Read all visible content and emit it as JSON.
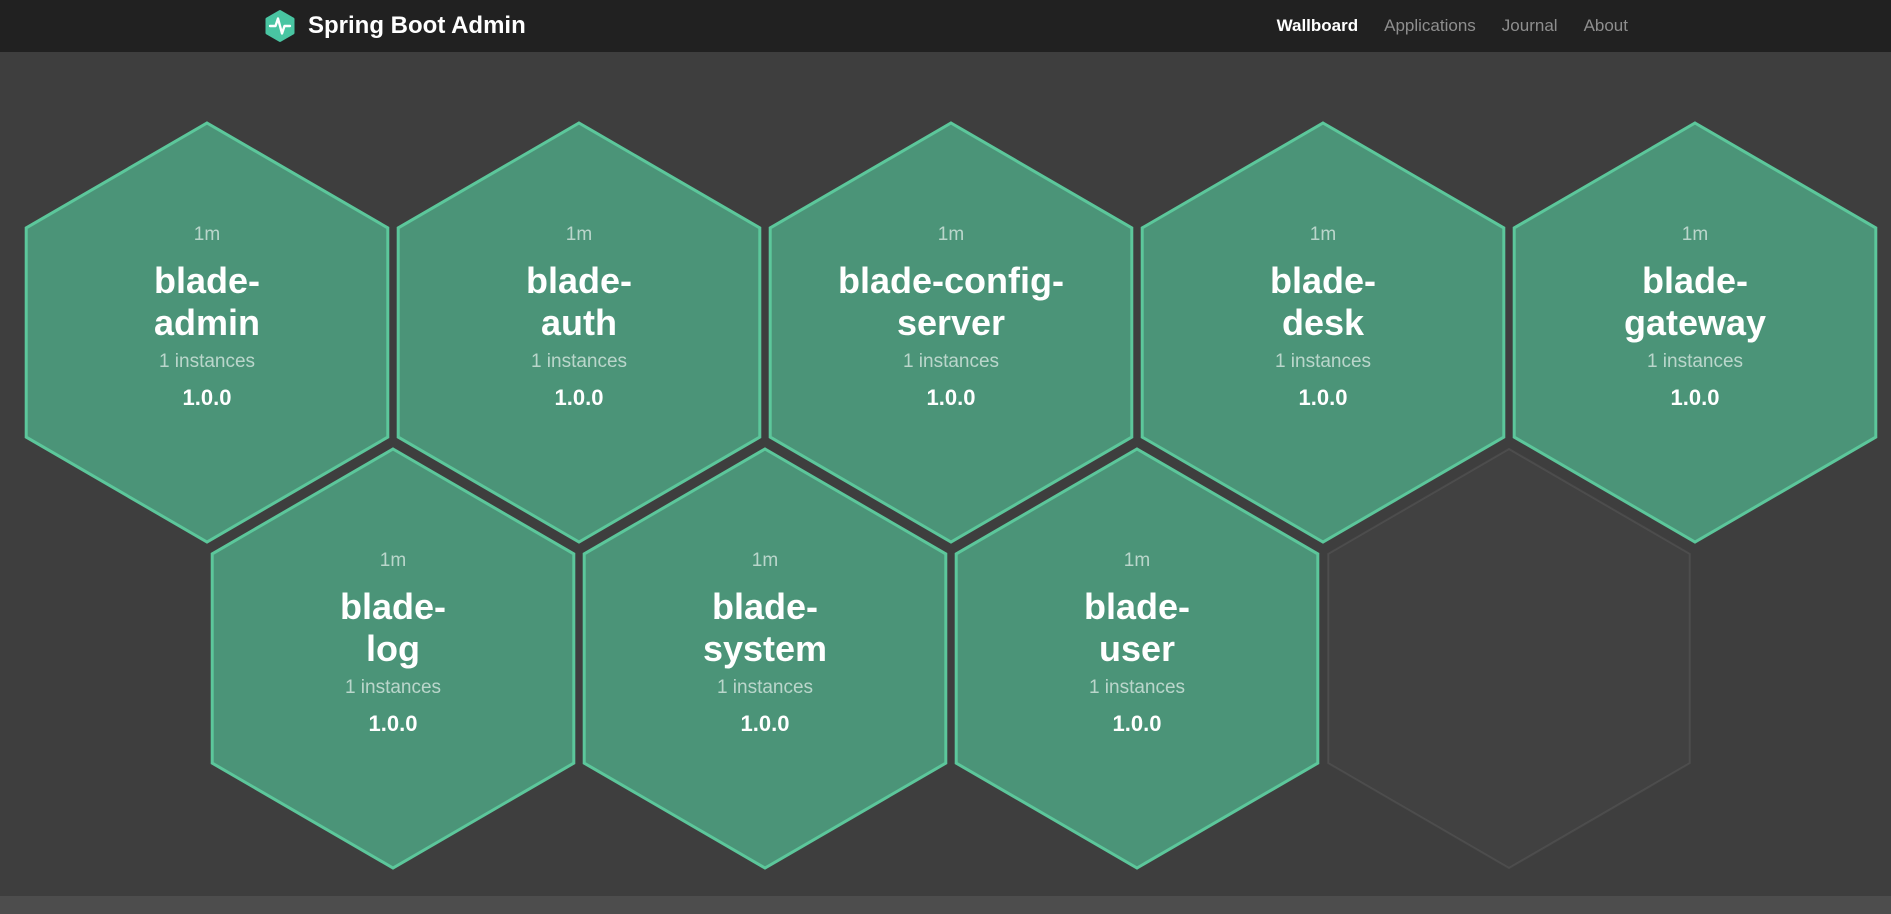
{
  "header": {
    "brand": "Spring Boot Admin",
    "nav": [
      {
        "label": "Wallboard",
        "active": true
      },
      {
        "label": "Applications",
        "active": false
      },
      {
        "label": "Journal",
        "active": false
      },
      {
        "label": "About",
        "active": false
      }
    ]
  },
  "colors": {
    "header_bg": "#212121",
    "body_bg": "#3e3e3e",
    "hexagon_fill": "#4b9478",
    "hexagon_border": "#5cc79b",
    "logo_green": "#49c5a2",
    "text_primary": "#ffffff",
    "text_secondary": "rgba(255,255,255,0.62)"
  },
  "apps": [
    {
      "name": "blade-\nadmin",
      "uptime": "1m",
      "instances": "1 instances",
      "version": "1.0.0"
    },
    {
      "name": "blade-\nauth",
      "uptime": "1m",
      "instances": "1 instances",
      "version": "1.0.0"
    },
    {
      "name": "blade-config-\nserver",
      "uptime": "1m",
      "instances": "1 instances",
      "version": "1.0.0"
    },
    {
      "name": "blade-\ndesk",
      "uptime": "1m",
      "instances": "1 instances",
      "version": "1.0.0"
    },
    {
      "name": "blade-\ngateway",
      "uptime": "1m",
      "instances": "1 instances",
      "version": "1.0.0"
    },
    {
      "name": "blade-\nlog",
      "uptime": "1m",
      "instances": "1 instances",
      "version": "1.0.0"
    },
    {
      "name": "blade-\nsystem",
      "uptime": "1m",
      "instances": "1 instances",
      "version": "1.0.0"
    },
    {
      "name": "blade-\nuser",
      "uptime": "1m",
      "instances": "1 instances",
      "version": "1.0.0"
    }
  ]
}
